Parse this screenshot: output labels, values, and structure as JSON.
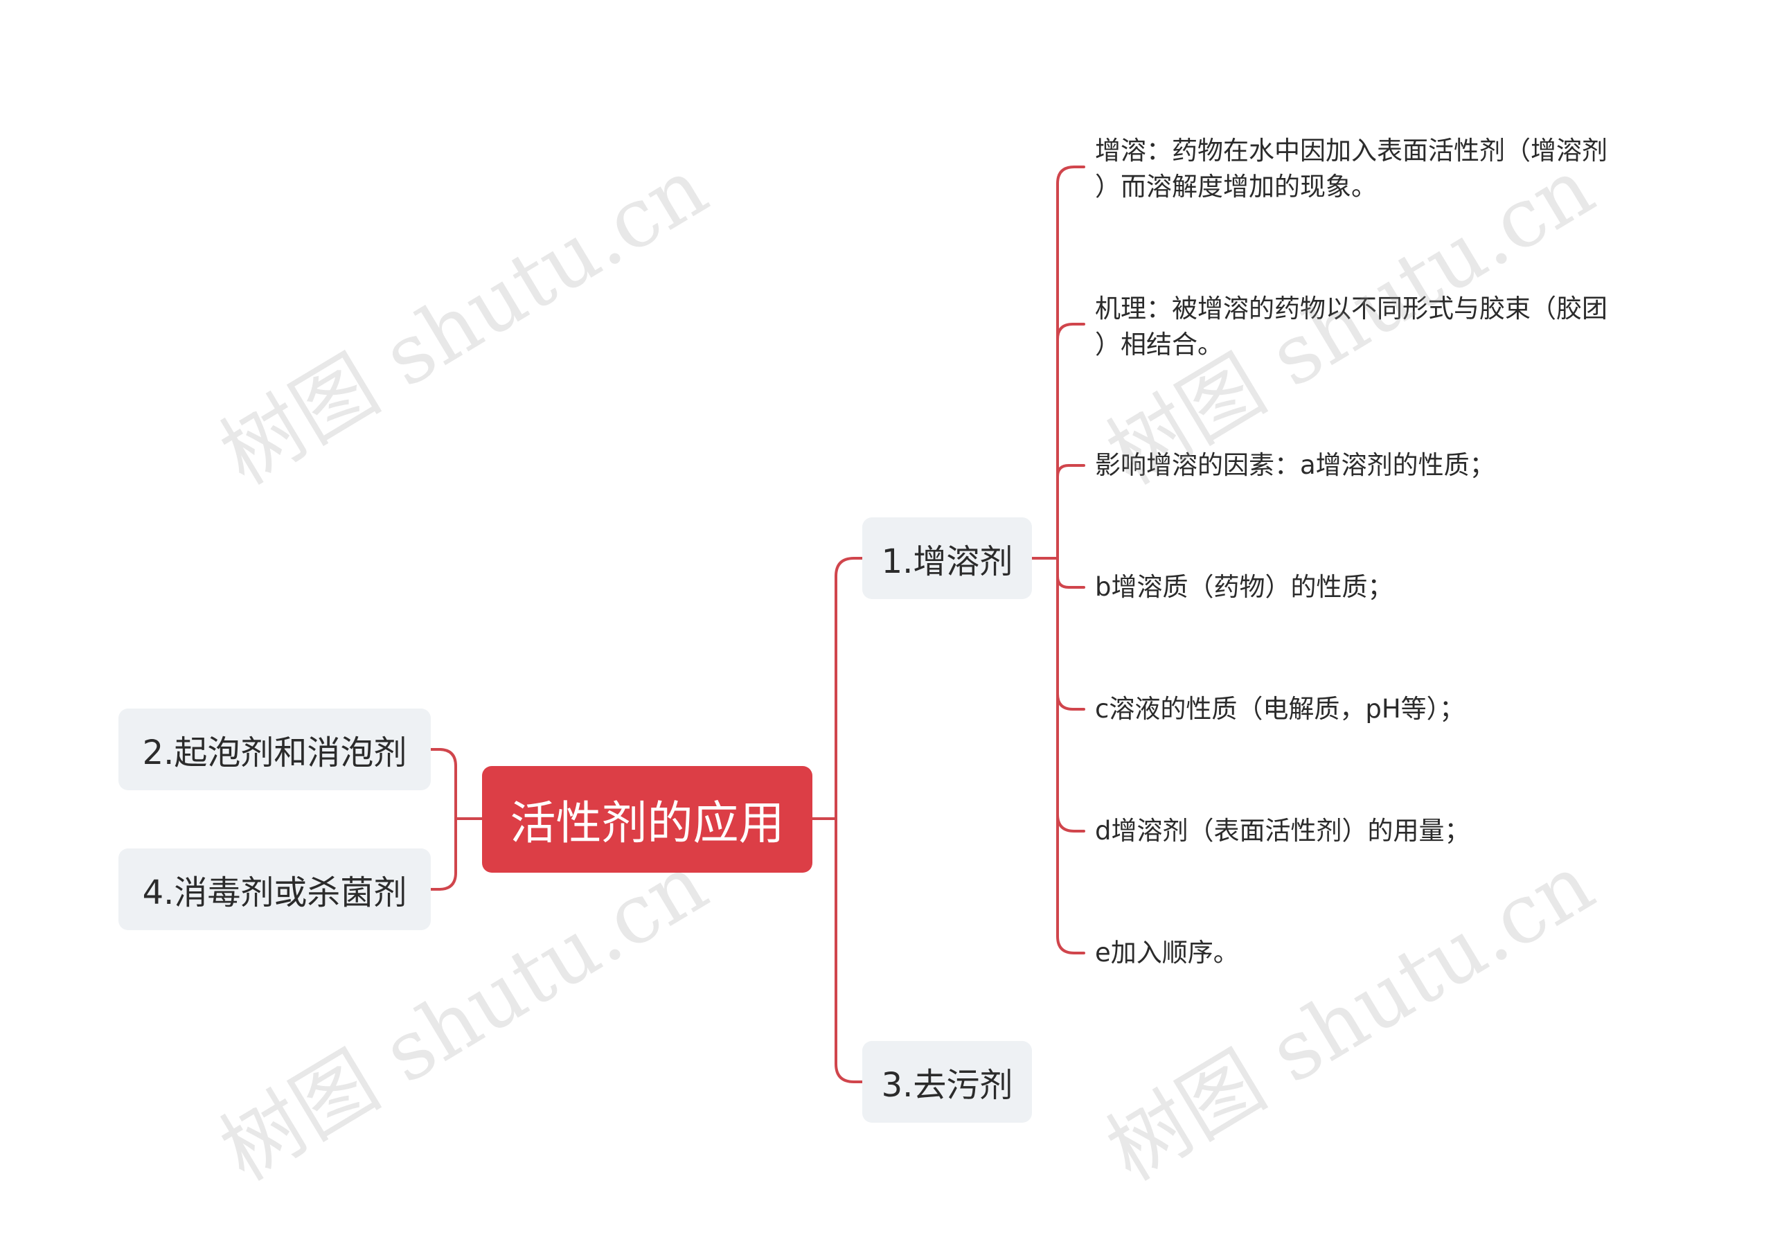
{
  "diagram": {
    "type": "mind-map",
    "root": {
      "label": "活性剂的应用",
      "color": "#dc3e46"
    },
    "branches": {
      "b1": {
        "label": "1.增溶剂"
      },
      "b2": {
        "label": "2.起泡剂和消泡剂"
      },
      "b3": {
        "label": "3.去污剂"
      },
      "b4": {
        "label": "4.消毒剂或杀菌剂"
      }
    },
    "leaves": [
      {
        "lines": [
          "增溶：药物在水中因加入表面活性剂（增溶剂",
          "）而溶解度增加的现象。"
        ]
      },
      {
        "lines": [
          "机理：被增溶的药物以不同形式与胶束（胶团",
          "）相结合。"
        ]
      },
      {
        "lines": [
          "影响增溶的因素：a增溶剂的性质；"
        ]
      },
      {
        "lines": [
          "b增溶质（药物）的性质；"
        ]
      },
      {
        "lines": [
          "c溶液的性质（电解质，pH等）；"
        ]
      },
      {
        "lines": [
          "d增溶剂（表面活性剂）的用量；"
        ]
      },
      {
        "lines": [
          "e加入顺序。"
        ]
      }
    ],
    "connector_color": "#d0454c",
    "branch_fill": "#eef1f4"
  },
  "watermark": {
    "text": "树图 shutu.cn"
  }
}
